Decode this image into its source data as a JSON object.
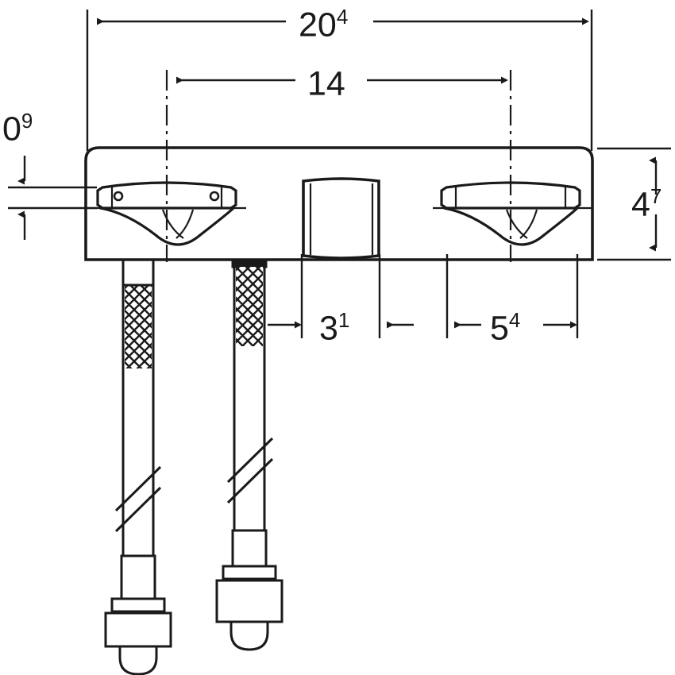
{
  "drawing": {
    "type": "technical-dimension-drawing",
    "subject": "wall-mounted three-hole basin mixer tap with concealed body plate and two braided flexible supply hoses",
    "view": "front elevation",
    "units": "centimetres (superscript digit = first decimal place)",
    "line_color": "#1a1a1a",
    "background_color": "#ffffff"
  },
  "dimensions": {
    "overall_width": {
      "id": "dim-overall-width",
      "value": "20",
      "sup": "4",
      "numeric": 20.4,
      "orientation": "horizontal",
      "placement": "top",
      "arrow_style": "outward",
      "spans": "full plate width"
    },
    "handle_spacing": {
      "id": "dim-handle-spacing",
      "value": "14",
      "sup": "",
      "numeric": 14,
      "orientation": "horizontal",
      "placement": "top",
      "arrow_style": "outward",
      "spans": "left handle centre to right handle centre"
    },
    "plate_thickness": {
      "id": "dim-plate-thickness",
      "value": "0",
      "sup": "9",
      "numeric": 0.9,
      "orientation": "vertical",
      "placement": "left",
      "arrow_style": "inward",
      "spans": "handle top face to handle centre line"
    },
    "plate_height": {
      "id": "dim-plate-height",
      "value": "4",
      "sup": "7",
      "numeric": 4.7,
      "orientation": "vertical",
      "placement": "right",
      "arrow_style": "inward",
      "spans": "plate top edge to plate bottom edge"
    },
    "spout_width": {
      "id": "dim-spout-width",
      "value": "3",
      "sup": "1",
      "numeric": 3.1,
      "orientation": "horizontal",
      "placement": "bottom",
      "arrow_style": "inward",
      "spans": "centre spout width"
    },
    "handle_to_edge": {
      "id": "dim-handle-to-edge",
      "value": "5",
      "sup": "4",
      "numeric": 5.4,
      "orientation": "horizontal",
      "placement": "bottom",
      "arrow_style": "outward",
      "spans": "right handle outer face to plate right edge"
    }
  },
  "components": [
    {
      "name": "escutcheon-plate",
      "description": "rounded-corner rectangular cover plate"
    },
    {
      "name": "left-handle",
      "description": "lever handle with two fixing screw holes"
    },
    {
      "name": "center-spout",
      "description": "rounded square spout body"
    },
    {
      "name": "right-handle",
      "description": "lever handle"
    },
    {
      "name": "left-hose",
      "description": "braided flexible hose with break line and connector nut"
    },
    {
      "name": "right-hose",
      "description": "braided flexible hose with break line and connector nut"
    }
  ]
}
